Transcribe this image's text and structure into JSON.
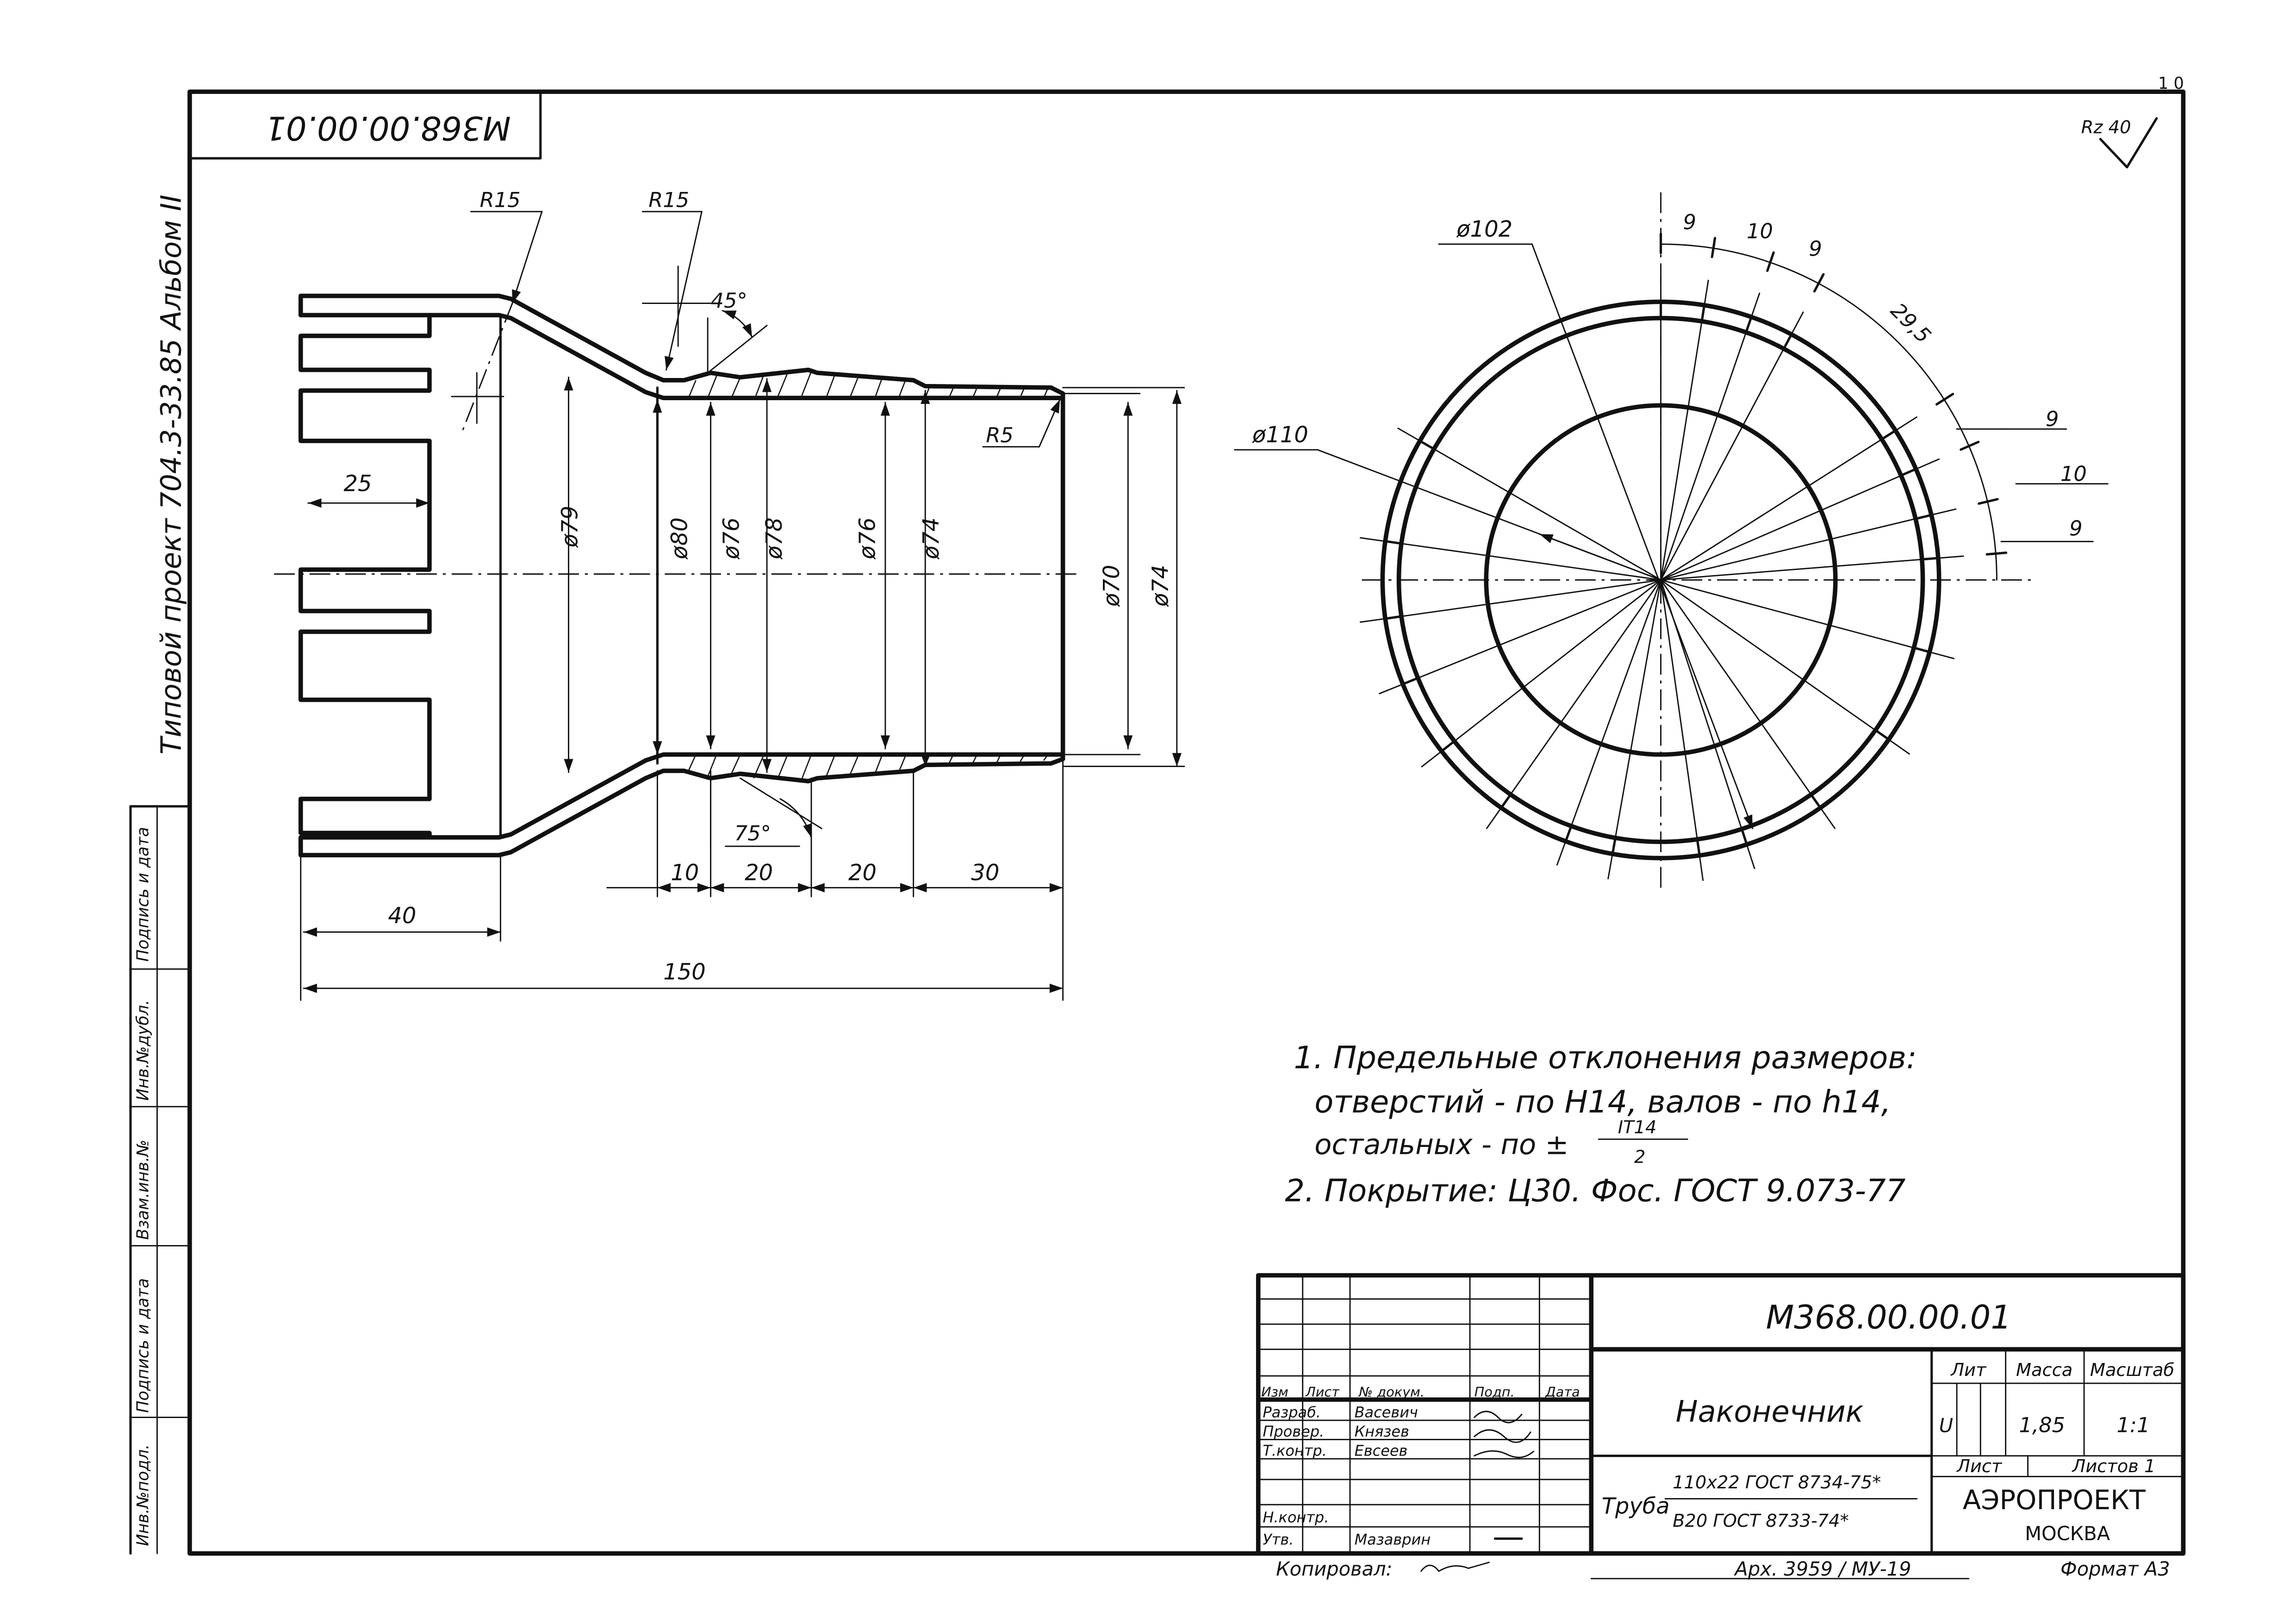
{
  "sheet": {
    "code_top": "М368.00.00.01",
    "corner_mark": "1 0",
    "roughness": "Rz 40",
    "side_project": "Типовой проект 704.3-33.85 Альбом II",
    "side_fields": [
      "Инв.№подл.",
      "Подпись и дата",
      "Взам.инв.№",
      "Инв.№дубл.",
      "Подпись и дата"
    ]
  },
  "side_view": {
    "radius_left": "R15",
    "radius_right": "R15",
    "angle_top": "45°",
    "angle_bottom": "75°",
    "radius_end": "R5",
    "dim_left_step": "25",
    "dia_labels": [
      "ø79",
      "ø80",
      "ø76",
      "ø78",
      "ø76",
      "ø74",
      "ø70",
      "ø74"
    ],
    "dim_segments": [
      "10",
      "20",
      "20",
      "30"
    ],
    "dim_40": "40",
    "dim_150": "150"
  },
  "end_view": {
    "d_outer": "ø110",
    "d_mid": "ø102",
    "arc_labels": [
      "9",
      "10",
      "9",
      "29,5",
      "9",
      "10",
      "9"
    ]
  },
  "notes": {
    "n1_line1": "1. Предельные отклонения размеров:",
    "n1_line2": "отверстий - по H14, валов - по h14,",
    "n1_line3_prefix": "остальных - по ±",
    "n1_frac_num": "IT14",
    "n1_frac_den": "2",
    "n2": "2. Покрытие: Ц30. Фос. ГОСТ 9.073-77"
  },
  "title_block": {
    "designation": "М368.00.00.01",
    "name": "Наконечник",
    "hdr_lit": "Лит",
    "hdr_mass": "Масса",
    "hdr_scale": "Масштаб",
    "lit": "U",
    "mass": "1,85",
    "scale": "1:1",
    "sheet_label": "Лист",
    "sheets_label": "Листов 1",
    "org_name": "АЭРОПРОЕКТ",
    "org_city": "МОСКВА",
    "material_prefix": "Труба",
    "material_top": "110x22 ГОСТ 8734-75*",
    "material_bottom": "В20 ГОСТ 8733-74*",
    "rev_header": [
      "Изм",
      "Лист",
      "№ докум.",
      "Подп.",
      "Дата"
    ],
    "roles": [
      "Разраб.",
      "Провер.",
      "Т.контр.",
      "",
      "Н.контр.",
      "Утв."
    ],
    "names": [
      "Васевич",
      "Князев",
      "Евсеев",
      "",
      "",
      "Мазаврин"
    ],
    "copied": "Копировал:",
    "archive": "Арх. 3959 / МУ-19",
    "format": "Формат А3"
  }
}
